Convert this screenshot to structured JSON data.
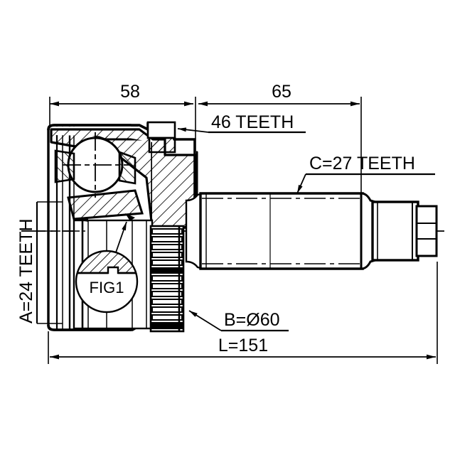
{
  "drawing": {
    "type": "cv-joint-cross-section",
    "background_color": "#ffffff",
    "line_color": "#000000",
    "dimensions": {
      "left_section": {
        "label": "58",
        "units": "mm"
      },
      "right_section": {
        "label": "65",
        "units": "mm"
      },
      "overall_length": {
        "label": "L=151",
        "units": "mm"
      }
    },
    "labels": {
      "abs_ring_teeth": "46 TEETH",
      "outer_spline_teeth": "C=27 TEETH",
      "inner_spline_teeth": "A=24 TEETH",
      "outer_diameter": "B=Ø60",
      "detail_callout": "FIG1"
    }
  },
  "chart_data": {
    "type": "table",
    "title": "CV Joint Specification",
    "categories": [
      "58",
      "65",
      "L=151",
      "46 TEETH",
      "C=27 TEETH",
      "A=24 TEETH",
      "B=Ø60"
    ],
    "values": [
      58,
      65,
      151,
      46,
      27,
      24,
      60
    ]
  }
}
